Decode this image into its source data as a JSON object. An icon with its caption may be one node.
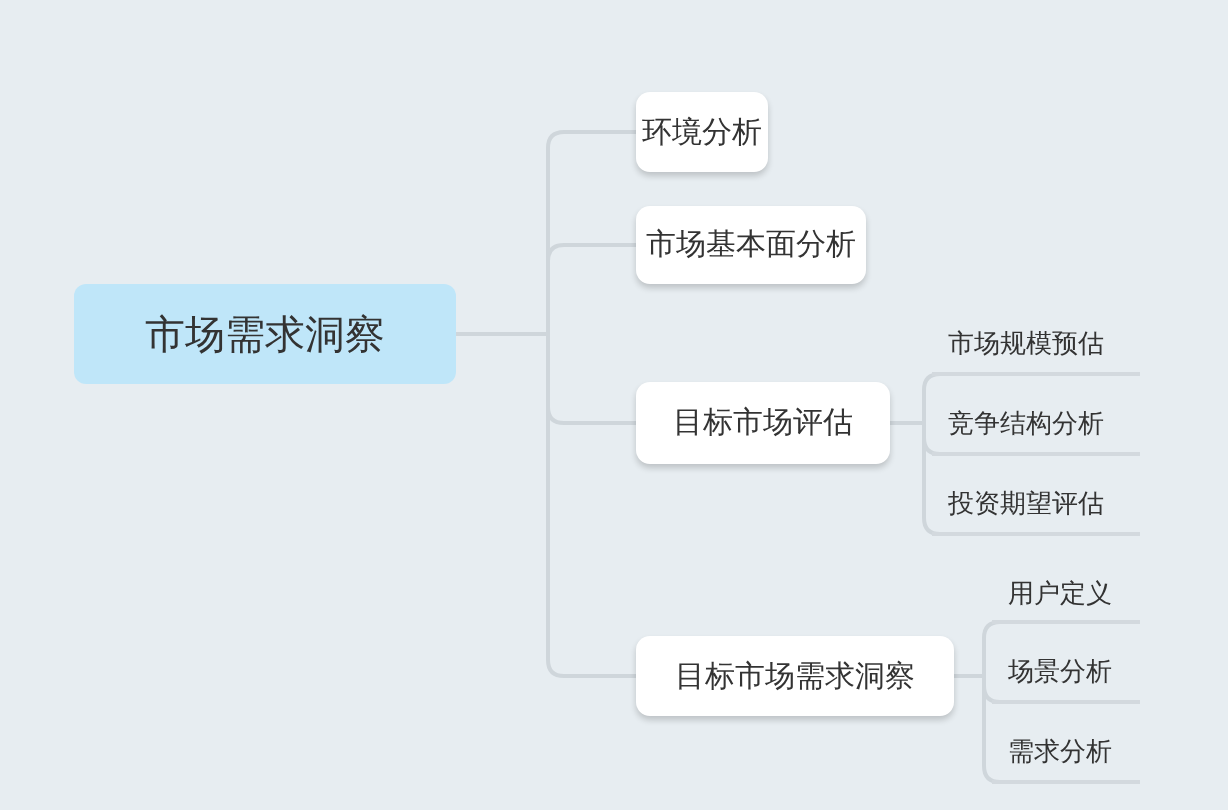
{
  "diagram": {
    "nodes": [
      {
        "text": [
          "市场需求洞察"
        ]
      },
      {
        "text": [
          "环境分析"
        ]
      },
      {
        "text": [
          "市场基本面分析"
        ]
      },
      {
        "text": [
          "目标市场评估"
        ]
      },
      {
        "text": [
          "目标市场需求洞察"
        ]
      },
      {
        "text": [
          "市场规模预估"
        ]
      },
      {
        "text": [
          "竞争结构分析"
        ]
      },
      {
        "text": [
          "投资期望评估"
        ]
      },
      {
        "text": [
          "用户定义"
        ]
      },
      {
        "text": [
          "场景分析"
        ]
      },
      {
        "text": [
          "需求分析"
        ]
      }
    ],
    "edges": [
      {
        "from": 0,
        "to": 1,
        "arrow": "none"
      },
      {
        "from": 0,
        "to": 2,
        "arrow": "none"
      },
      {
        "from": 0,
        "to": 3,
        "arrow": "none"
      },
      {
        "from": 0,
        "to": 4,
        "arrow": "none"
      },
      {
        "from": 3,
        "to": 5,
        "arrow": "none"
      },
      {
        "from": 3,
        "to": 6,
        "arrow": "none"
      },
      {
        "from": 3,
        "to": 7,
        "arrow": "none"
      },
      {
        "from": 4,
        "to": 8,
        "arrow": "none"
      },
      {
        "from": 4,
        "to": 9,
        "arrow": "none"
      },
      {
        "from": 4,
        "to": 10,
        "arrow": "none"
      }
    ]
  }
}
